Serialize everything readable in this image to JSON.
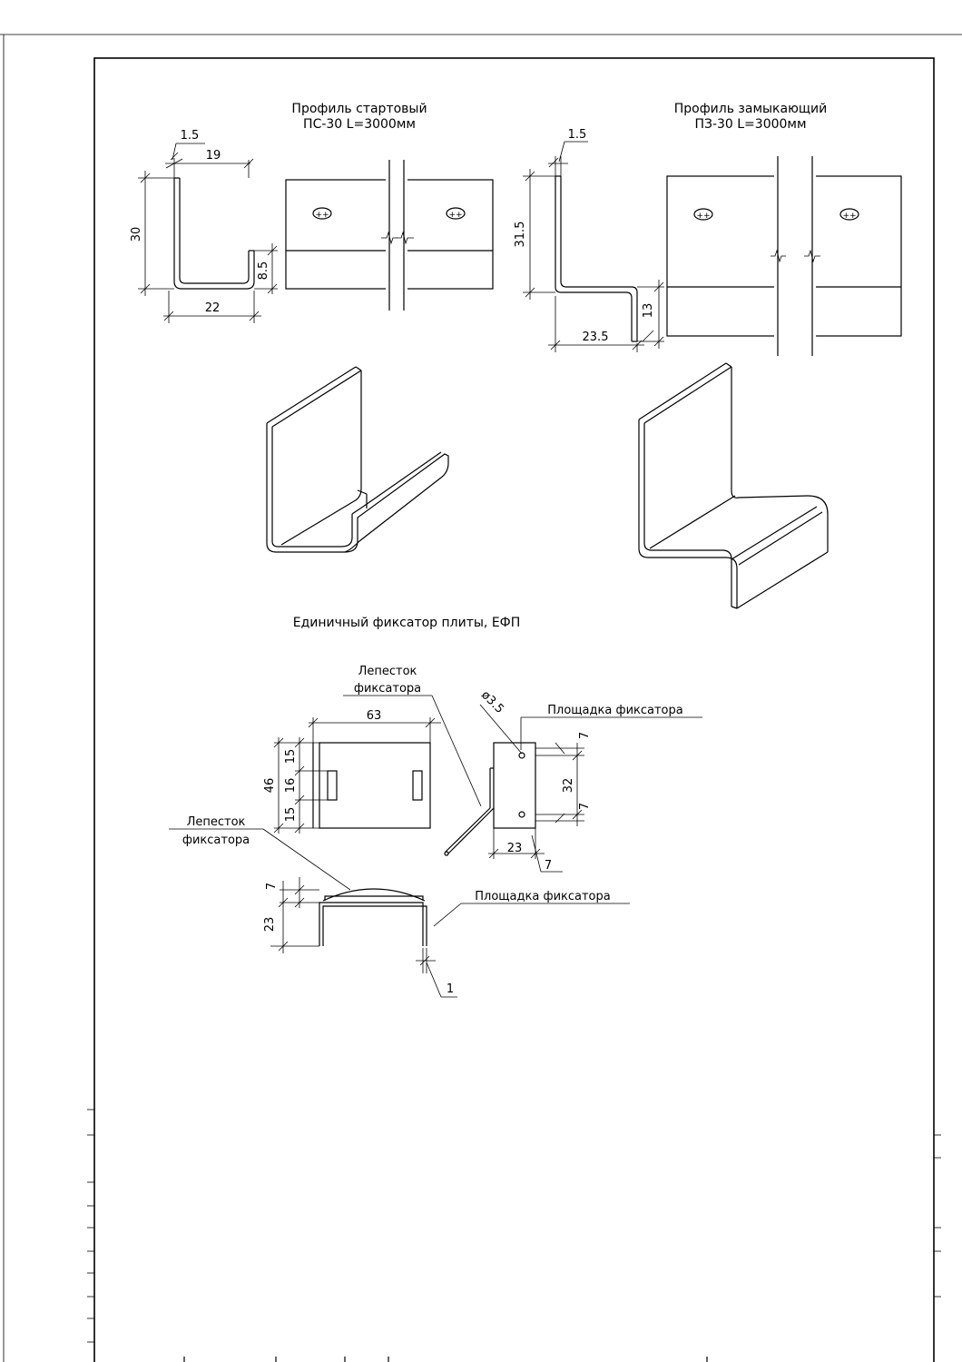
{
  "titles": {
    "start_profile_line1": "Профиль стартовый",
    "start_profile_line2": "ПС-30 L=3000мм",
    "closing_profile_line1": "Профиль замыкающий",
    "closing_profile_line2": "ПЗ-30 L=3000мм",
    "fixator": "Единичный фиксатор плиты, ЕФП"
  },
  "labels": {
    "petal_line1": "Лепесток",
    "petal_line2": "фиксатора",
    "pad": "Площадка фиксатора"
  },
  "dims": {
    "ps_thickness": "1.5",
    "ps_top": "19",
    "ps_height": "30",
    "ps_lip": "8.5",
    "ps_bottom": "22",
    "pz_thickness": "1.5",
    "pz_height": "31.5",
    "pz_width": "23.5",
    "pz_drop": "13",
    "f_width": "63",
    "f_height": "46",
    "f_seg1": "15",
    "f_seg2": "16",
    "f_seg3": "15",
    "f_hole": "ø3.5",
    "f_top7": "7",
    "f_mid": "32",
    "f_bot7": "7",
    "f_base": "23",
    "f_side7": "7",
    "s_seven": "7",
    "s_height": "23",
    "s_thick": "1"
  },
  "icons": {
    "bolt": "⊕⊕"
  }
}
